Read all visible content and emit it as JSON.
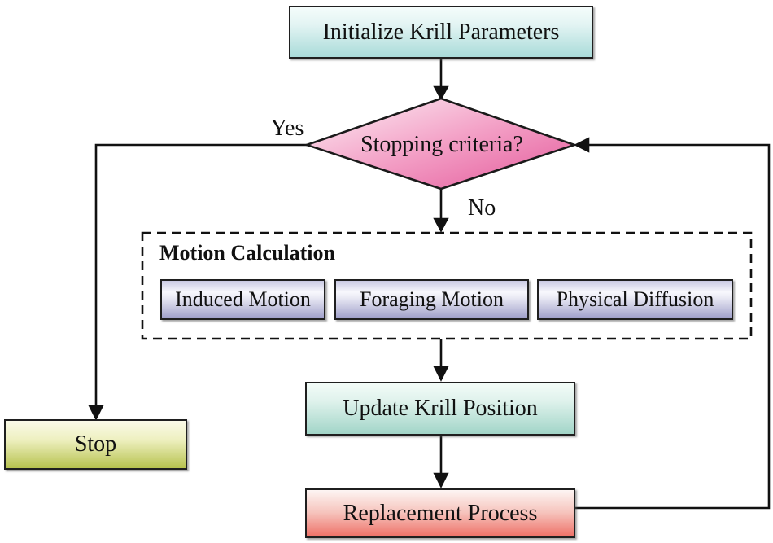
{
  "nodes": {
    "initialize": {
      "label": "Initialize Krill Parameters"
    },
    "decision": {
      "label": "Stopping criteria?"
    },
    "motion_group": {
      "title": "Motion Calculation",
      "items": [
        {
          "label": "Induced Motion"
        },
        {
          "label": "Foraging Motion"
        },
        {
          "label": "Physical Diffusion"
        }
      ]
    },
    "update": {
      "label": "Update Krill Position"
    },
    "replacement": {
      "label": "Replacement Process"
    },
    "stop": {
      "label": "Stop"
    }
  },
  "edges": {
    "yes": "Yes",
    "no": "No"
  },
  "colors": {
    "teal-light": "#f4fcfb",
    "teal-dark": "#a9dbd9",
    "pink-light": "#fdf1f6",
    "pink-mid": "#f3a0c6",
    "pink-dark": "#e4589a",
    "lav-top": "#c9c9e2",
    "lav-light": "#f8f8fd",
    "lav-dark": "#a0a0ca",
    "mint-light": "#f3fcf8",
    "mint-dark": "#a2d5c8",
    "olive-light": "#fafae8",
    "olive-dark": "#b7c24f",
    "red-light": "#fdf5f3",
    "red-dark": "#ee7168",
    "line": "#111111"
  }
}
